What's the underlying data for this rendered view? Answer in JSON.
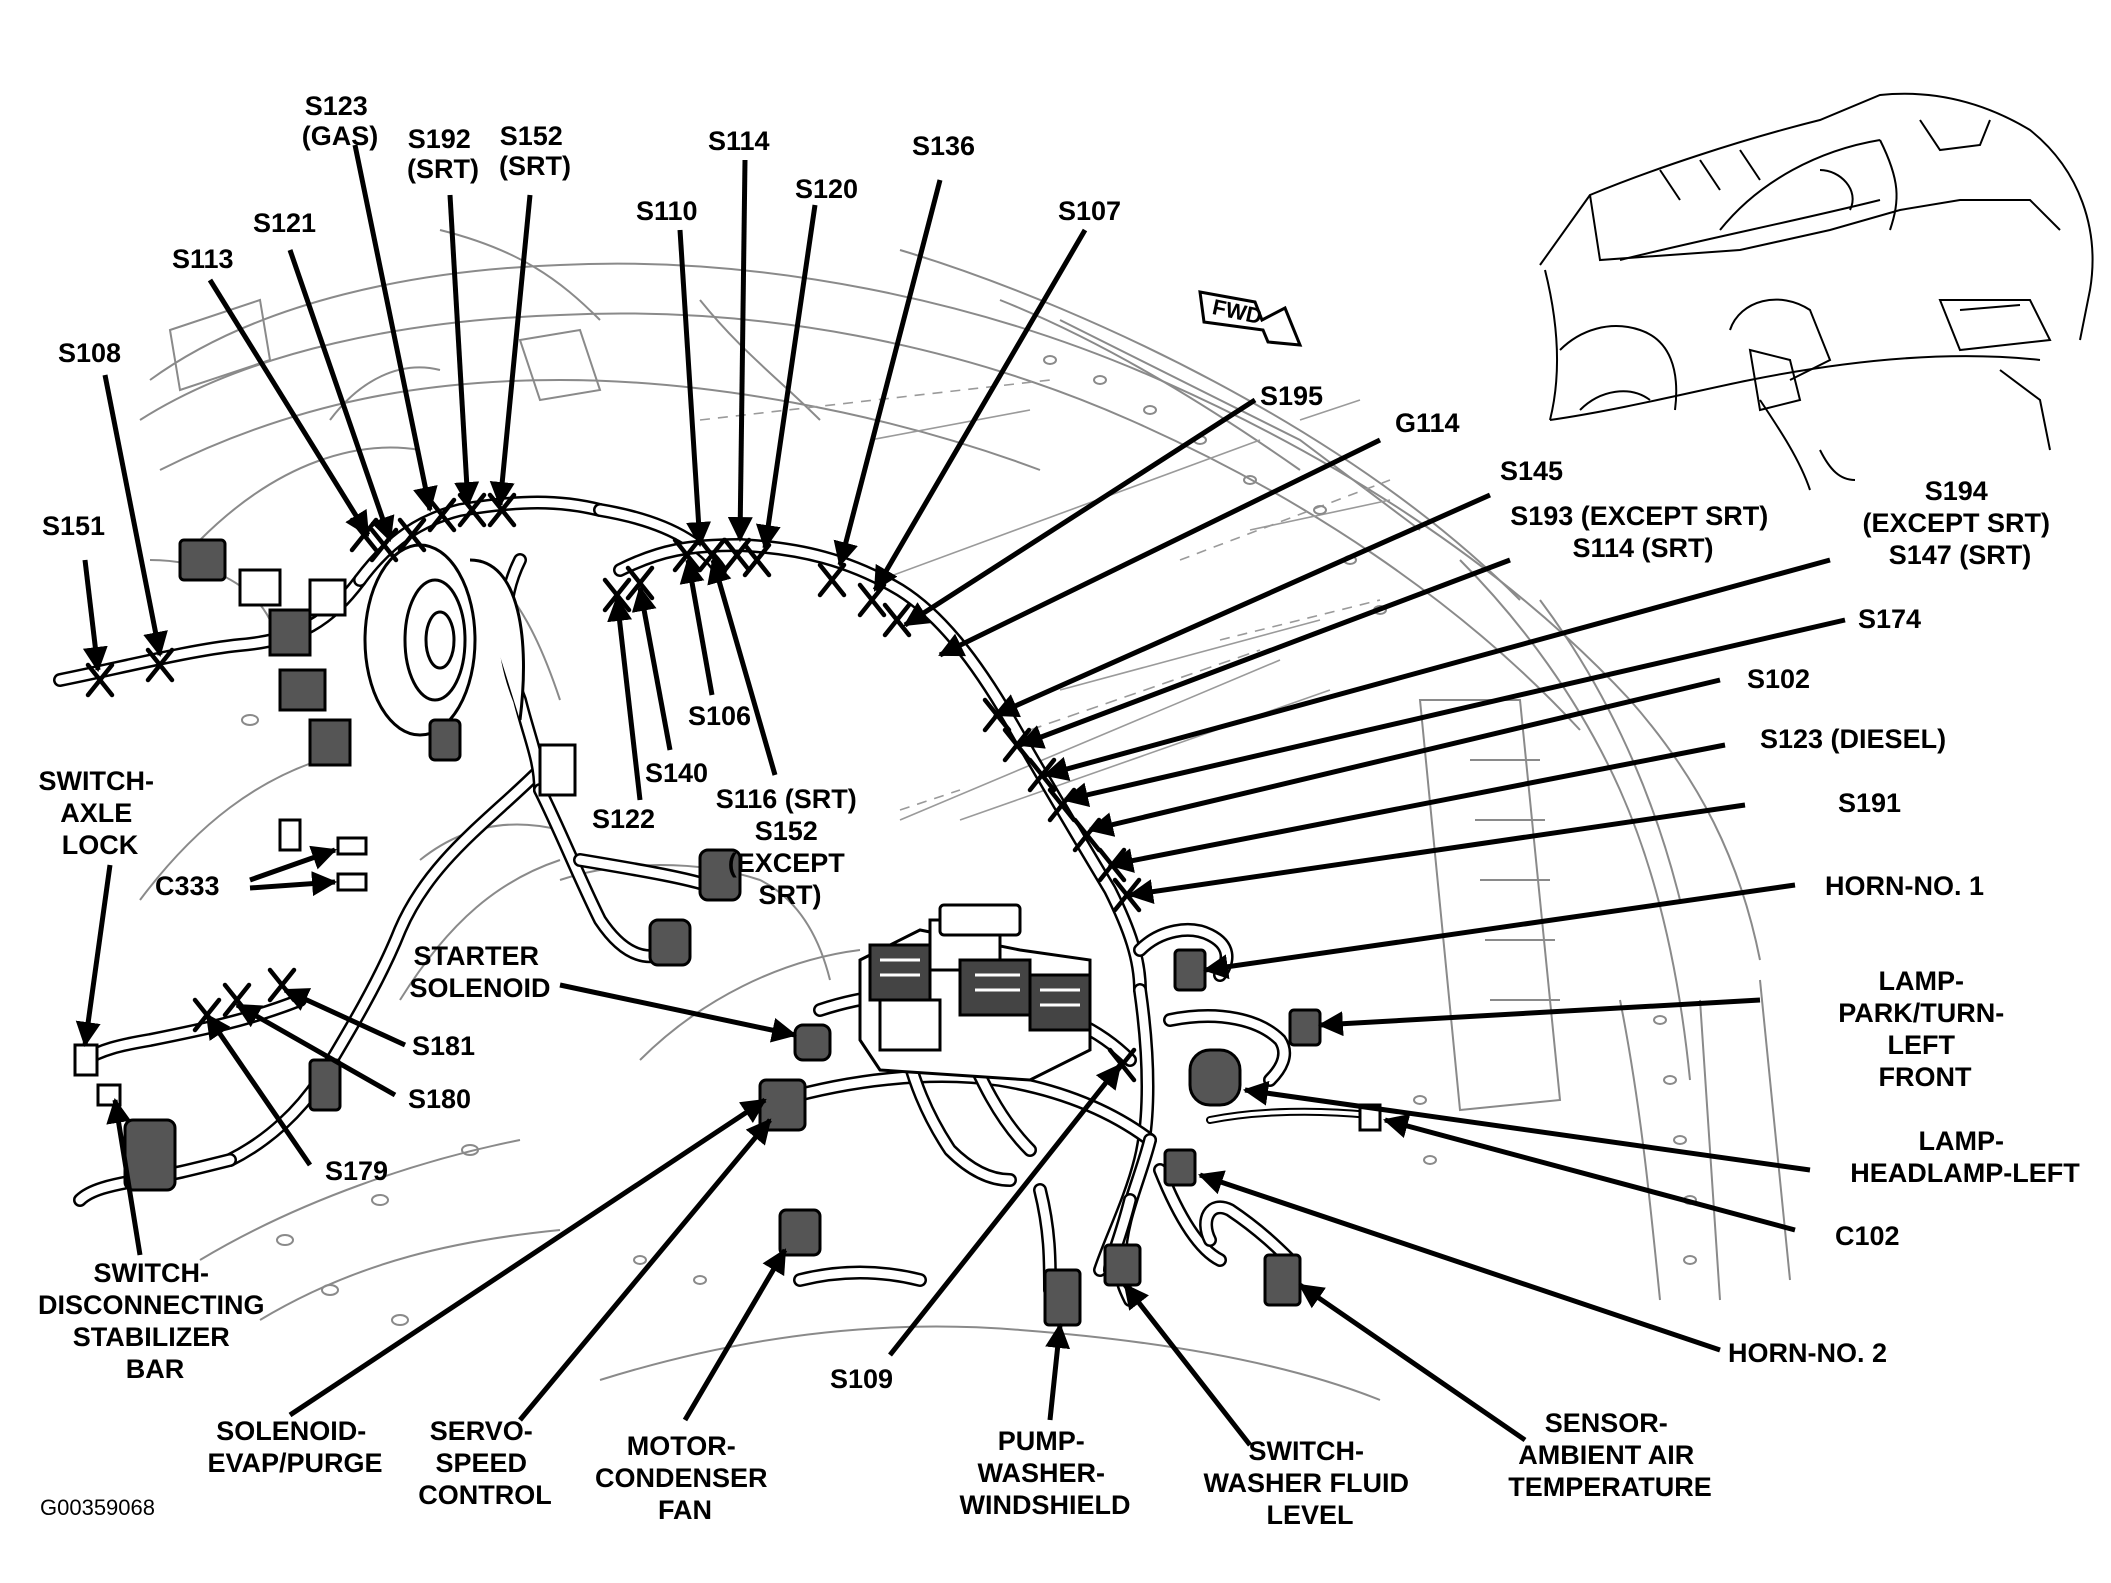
{
  "diagram": {
    "code": "G00359068",
    "fwd": "FWD",
    "labels": [
      {
        "id": "s123-gas",
        "lines": [
          "S123",
          "(GAS)"
        ]
      },
      {
        "id": "s192-srt",
        "lines": [
          "S192",
          "(SRT)"
        ]
      },
      {
        "id": "s152-srt",
        "lines": [
          "S152",
          "(SRT)"
        ]
      },
      {
        "id": "s121",
        "lines": [
          "S121"
        ]
      },
      {
        "id": "s113",
        "lines": [
          "S113"
        ]
      },
      {
        "id": "s108",
        "lines": [
          "S108"
        ]
      },
      {
        "id": "s151",
        "lines": [
          "S151"
        ]
      },
      {
        "id": "s110",
        "lines": [
          "S110"
        ]
      },
      {
        "id": "s114",
        "lines": [
          "S114"
        ]
      },
      {
        "id": "s120",
        "lines": [
          "S120"
        ]
      },
      {
        "id": "s136",
        "lines": [
          "S136"
        ]
      },
      {
        "id": "s107",
        "lines": [
          "S107"
        ]
      },
      {
        "id": "s195",
        "lines": [
          "S195"
        ]
      },
      {
        "id": "g114",
        "lines": [
          "G114"
        ]
      },
      {
        "id": "s145",
        "lines": [
          "S145"
        ]
      },
      {
        "id": "s193",
        "lines": [
          "S193 (EXCEPT SRT)",
          "S114 (SRT)"
        ]
      },
      {
        "id": "s194",
        "lines": [
          "S194",
          "(EXCEPT SRT)",
          "S147 (SRT)"
        ]
      },
      {
        "id": "s174",
        "lines": [
          "S174"
        ]
      },
      {
        "id": "s102",
        "lines": [
          "S102"
        ]
      },
      {
        "id": "s123-diesel",
        "lines": [
          "S123 (DIESEL)"
        ]
      },
      {
        "id": "s191",
        "lines": [
          "S191"
        ]
      },
      {
        "id": "horn-1",
        "lines": [
          "HORN-NO. 1"
        ]
      },
      {
        "id": "lamp-park",
        "lines": [
          "LAMP-",
          "PARK/TURN-",
          "LEFT",
          "FRONT"
        ]
      },
      {
        "id": "lamp-headlamp",
        "lines": [
          "LAMP-",
          "HEADLAMP-LEFT"
        ]
      },
      {
        "id": "c102",
        "lines": [
          "C102"
        ]
      },
      {
        "id": "horn-2",
        "lines": [
          "HORN-NO. 2"
        ]
      },
      {
        "id": "sensor-ambient",
        "lines": [
          "SENSOR-",
          "AMBIENT AIR",
          "TEMPERATURE"
        ]
      },
      {
        "id": "switch-washer",
        "lines": [
          "SWITCH-",
          "WASHER FLUID",
          "LEVEL"
        ]
      },
      {
        "id": "pump-washer",
        "lines": [
          "PUMP-",
          "WASHER-",
          "WINDSHIELD"
        ]
      },
      {
        "id": "s109",
        "lines": [
          "S109"
        ]
      },
      {
        "id": "motor-condenser",
        "lines": [
          "MOTOR-",
          "CONDENSER",
          "FAN"
        ]
      },
      {
        "id": "servo-speed",
        "lines": [
          "SERVO-",
          "SPEED",
          "CONTROL"
        ]
      },
      {
        "id": "solenoid-evap",
        "lines": [
          "SOLENOID-",
          "EVAP/PURGE"
        ]
      },
      {
        "id": "switch-disconnecting",
        "lines": [
          "SWITCH-",
          "DISCONNECTING",
          "STABILIZER",
          "BAR"
        ]
      },
      {
        "id": "s179",
        "lines": [
          "S179"
        ]
      },
      {
        "id": "s180",
        "lines": [
          "S180"
        ]
      },
      {
        "id": "s181",
        "lines": [
          "S181"
        ]
      },
      {
        "id": "starter-solenoid",
        "lines": [
          "STARTER",
          "SOLENOID"
        ]
      },
      {
        "id": "c333",
        "lines": [
          "C333"
        ]
      },
      {
        "id": "switch-axle",
        "lines": [
          "SWITCH-",
          "AXLE",
          "LOCK"
        ]
      },
      {
        "id": "s122",
        "lines": [
          "S122"
        ]
      },
      {
        "id": "s140",
        "lines": [
          "S140"
        ]
      },
      {
        "id": "s106",
        "lines": [
          "S106"
        ]
      },
      {
        "id": "s116",
        "lines": [
          "S116 (SRT)",
          "S152",
          "(EXCEPT",
          "SRT)"
        ]
      }
    ]
  }
}
